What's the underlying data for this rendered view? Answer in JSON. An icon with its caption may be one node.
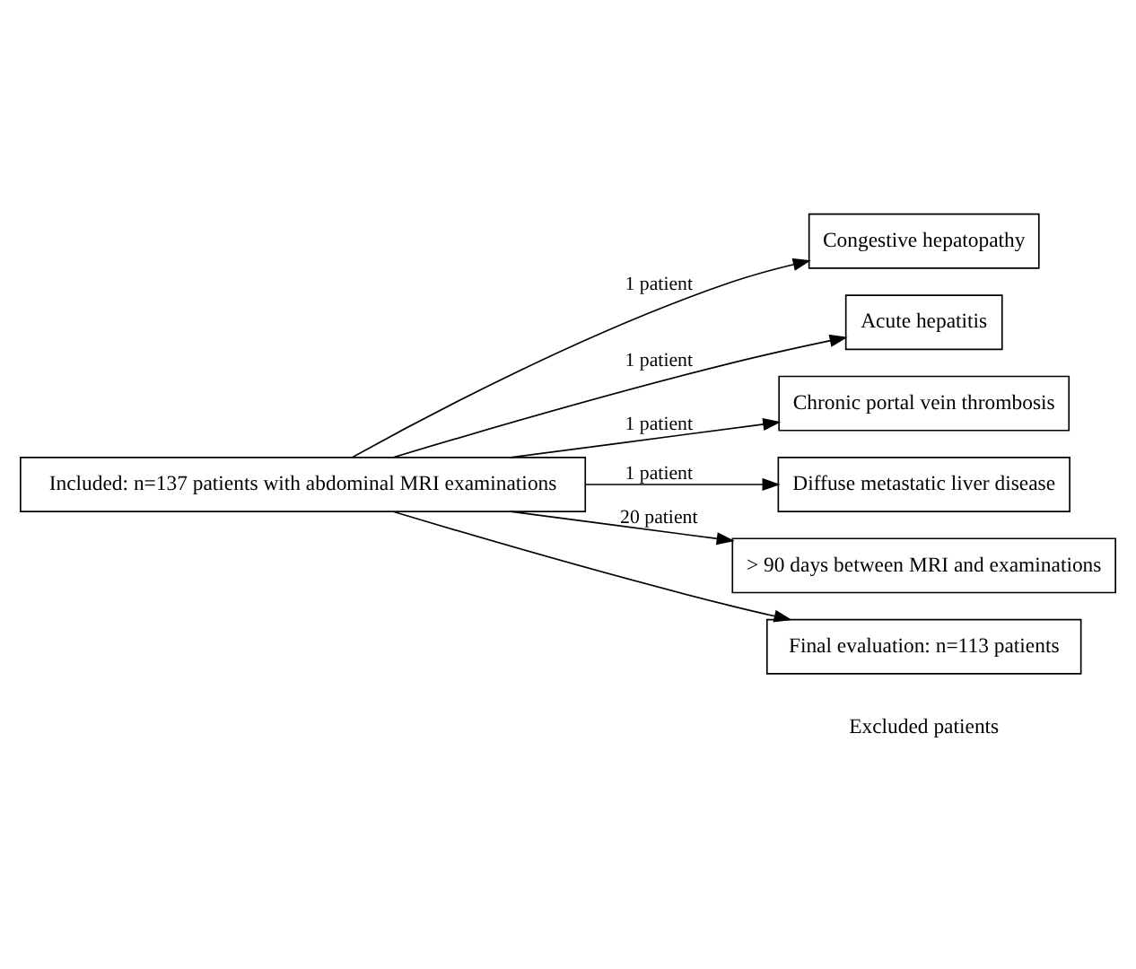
{
  "diagram": {
    "nodes": [
      {
        "text": [
          "Included: n=137 patients with abdominal MRI examinations"
        ]
      },
      {
        "text": [
          "Congestive hepatopathy"
        ]
      },
      {
        "text": [
          "Acute hepatitis"
        ]
      },
      {
        "text": [
          "Chronic portal vein thrombosis"
        ]
      },
      {
        "text": [
          "Diffuse metastatic liver disease"
        ]
      },
      {
        "text": [
          "> 90 days between MRI and examinations"
        ]
      },
      {
        "text": [
          "Final evaluation: n=113 patients"
        ]
      }
    ],
    "edges": [
      {
        "from": 0,
        "to": 1,
        "arrow": "to",
        "label": "1 patient"
      },
      {
        "from": 0,
        "to": 2,
        "arrow": "to",
        "label": "1 patient"
      },
      {
        "from": 0,
        "to": 3,
        "arrow": "to",
        "label": "1 patient"
      },
      {
        "from": 0,
        "to": 4,
        "arrow": "to",
        "label": "1 patient"
      },
      {
        "from": 0,
        "to": 5,
        "arrow": "to",
        "label": "20 patient"
      },
      {
        "from": 0,
        "to": 6,
        "arrow": "to"
      }
    ],
    "labels": [
      "Excluded patients"
    ]
  }
}
